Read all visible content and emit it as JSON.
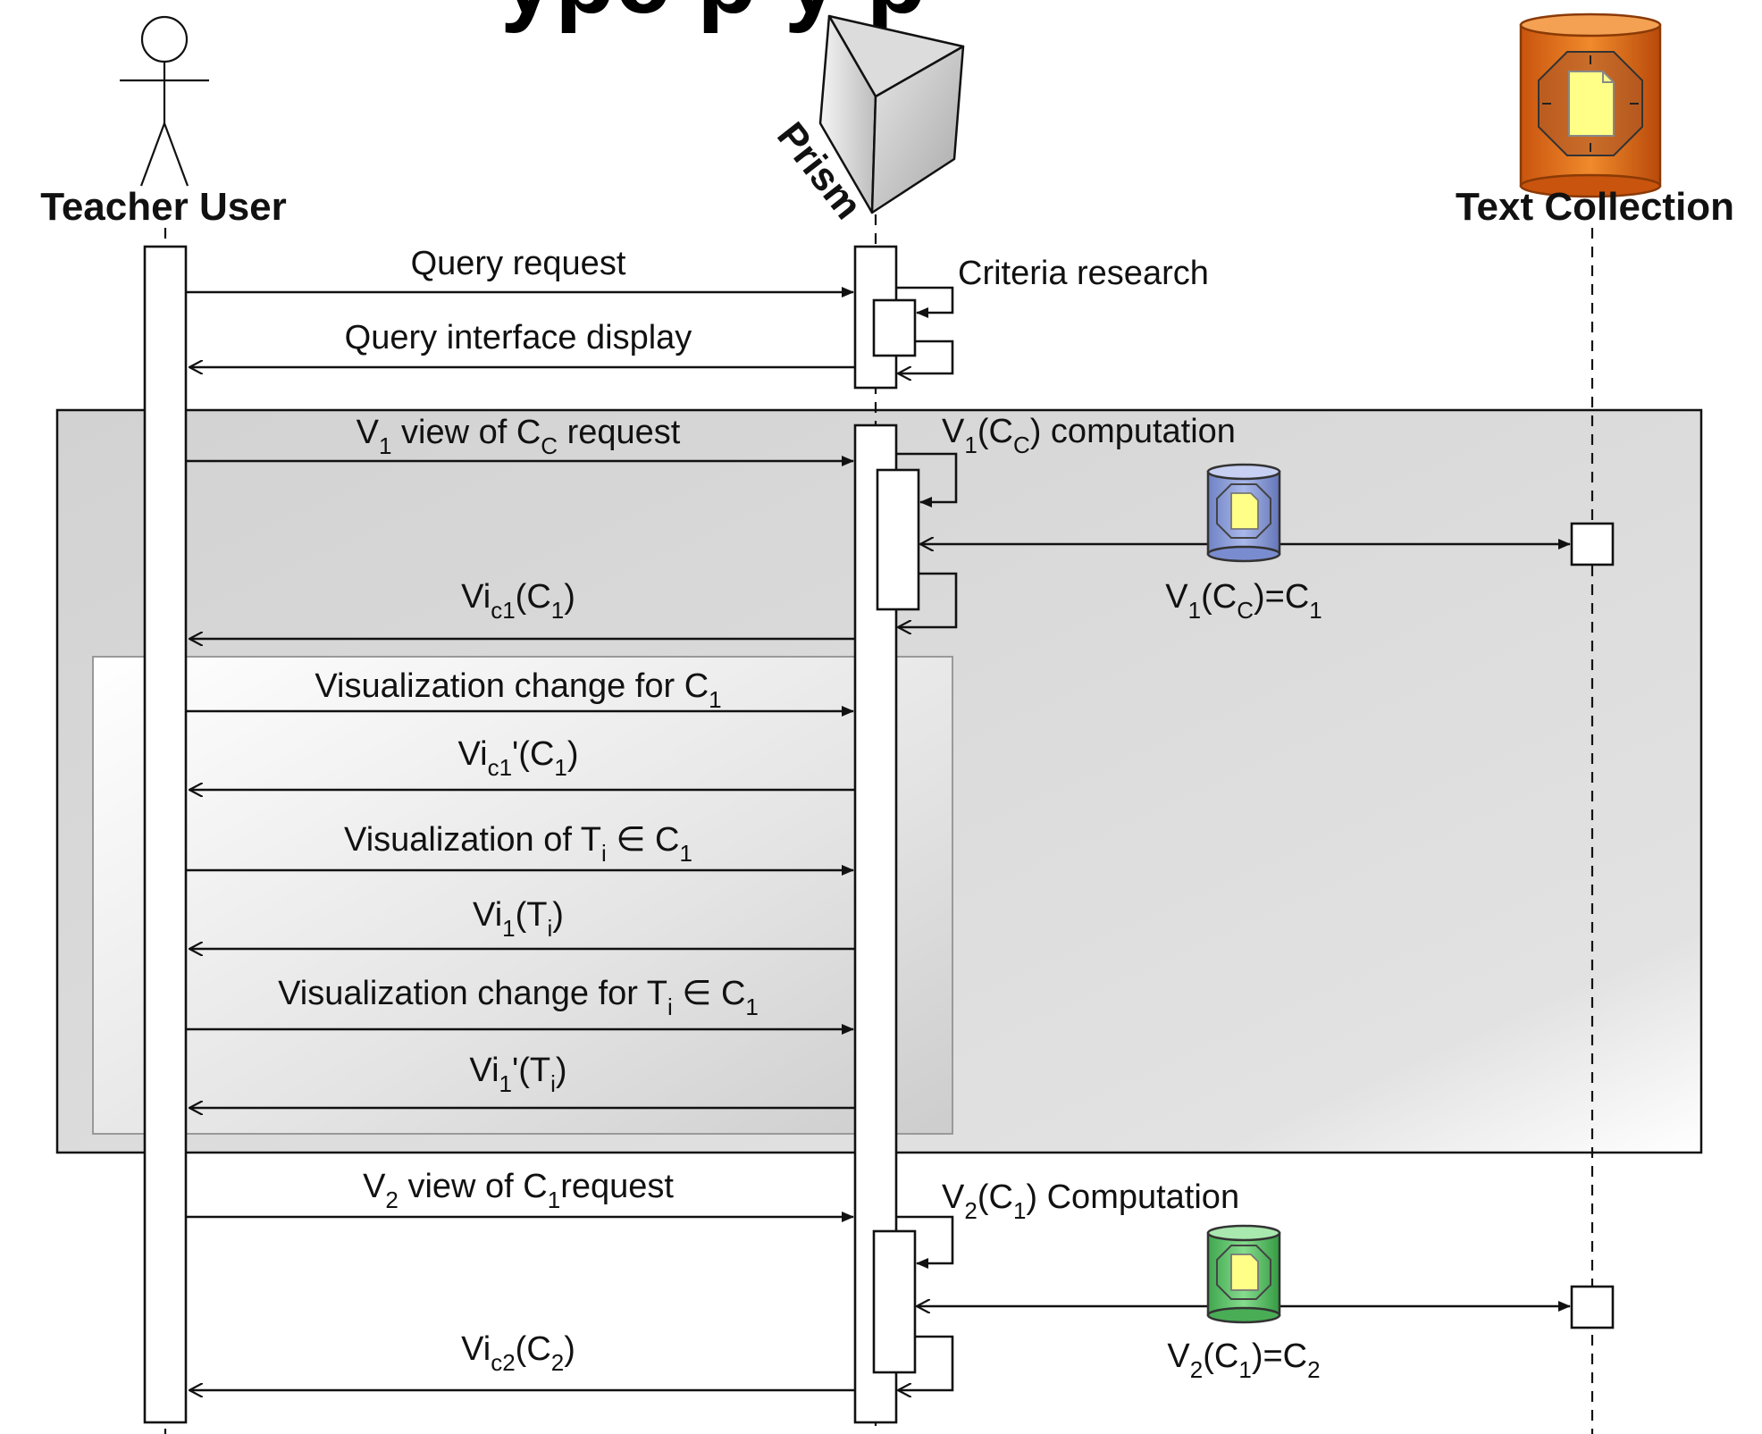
{
  "header_fragment": "ypc  p y  p",
  "actors": {
    "teacher": {
      "label": "Teacher User",
      "icon": "stick-figure-icon"
    },
    "prism": {
      "label": "Prism",
      "icon": "prism-icon"
    },
    "collection": {
      "label": "Text Collection",
      "icon": "database-cylinder-icon"
    }
  },
  "fragments": {
    "outer": {
      "color": "#dcdcdc"
    },
    "inner": {
      "color": "#eeeeee"
    }
  },
  "messages": {
    "query_request": "Query request",
    "query_interface_display": "Query interface display",
    "criteria_research": "Criteria research",
    "v1_view_request": {
      "main": "V",
      "sub1": "1",
      "mid": " view of C",
      "sub2": "C",
      "tail": " request"
    },
    "v1_computation": {
      "main": "V",
      "sub1": "1",
      "mid": "(C",
      "sub2": "C",
      "tail": ") computation"
    },
    "v1_result": {
      "main": "V",
      "sub1": "1",
      "mid": "(C",
      "sub2": "C",
      "mid2": ")=C",
      "sub3": "1"
    },
    "vic1": {
      "main": "Vi",
      "sub1": "c1",
      "mid": "(C",
      "sub2": "1",
      "tail": ")"
    },
    "viz_change_c1": {
      "main": "Visualization change for C",
      "sub1": "1"
    },
    "vic1_prime": {
      "main": "Vi",
      "sub1": "c1",
      "mid": "'(C",
      "sub2": "1",
      "tail": ")"
    },
    "viz_of_ti": {
      "main": "Visualization of T",
      "sub1": "i",
      "mid": " ∈ C",
      "sub2": "1"
    },
    "vi1_ti": {
      "main": "Vi",
      "sub1": "1",
      "mid": "(T",
      "sub2": "i",
      "tail": ")"
    },
    "viz_change_ti": {
      "main": "Visualization change for T",
      "sub1": "i",
      "mid": " ∈ C",
      "sub2": "1"
    },
    "vi1_prime_ti": {
      "main": "Vi",
      "sub1": "1",
      "mid": "'(T",
      "sub2": "i",
      "tail": ")"
    },
    "v2_view_request": {
      "main": "V",
      "sub1": "2",
      "mid": " view of C",
      "sub2": "1",
      "tail": "request"
    },
    "v2_computation": {
      "main": "V",
      "sub1": "2",
      "mid": "(C",
      "sub2": "1",
      "tail": ") Computation"
    },
    "v2_result": {
      "main": "V",
      "sub1": "2",
      "mid": "(C",
      "sub2": "1",
      "mid2": ")=C",
      "sub3": "2"
    },
    "vic2": {
      "main": "Vi",
      "sub1": "c2",
      "mid": "(C",
      "sub2": "2",
      "tail": ")"
    }
  },
  "colors": {
    "collection_cylinder": "#e06a18",
    "v1_cylinder": "#8fa0d8",
    "v2_cylinder": "#5fc26a",
    "document": "#ffff88"
  }
}
